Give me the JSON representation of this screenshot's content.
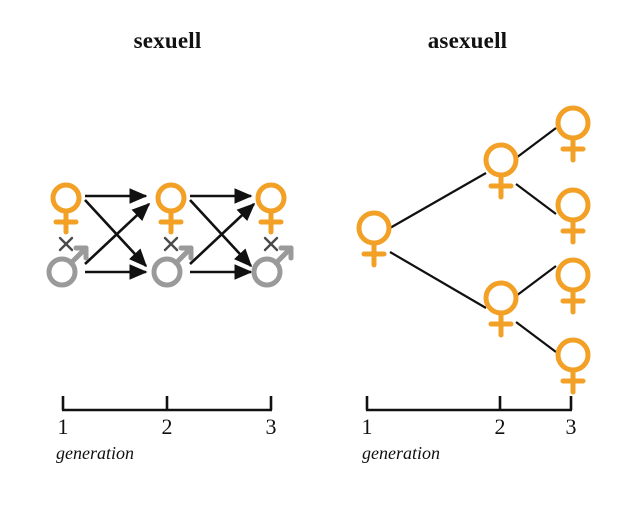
{
  "figure": {
    "panels": [
      {
        "id": "sexual",
        "title": "sexuell",
        "reproduction_mode": "sexual",
        "axis": {
          "caption": "generation",
          "ticks": [
            "1",
            "2",
            "3"
          ]
        },
        "generations": [
          {
            "generation": 1,
            "individuals": [
              {
                "symbol": "female-symbol",
                "sex": "female",
                "color": "#F2A026"
              },
              {
                "symbol": "male-symbol",
                "sex": "male",
                "color": "#9A9A9A"
              }
            ],
            "pairing_mark": "×"
          },
          {
            "generation": 2,
            "individuals": [
              {
                "symbol": "female-symbol",
                "sex": "female",
                "color": "#F2A026"
              },
              {
                "symbol": "male-symbol",
                "sex": "male",
                "color": "#9A9A9A"
              }
            ],
            "pairing_mark": "×"
          },
          {
            "generation": 3,
            "individuals": [
              {
                "symbol": "female-symbol",
                "sex": "female",
                "color": "#F2A026"
              },
              {
                "symbol": "male-symbol",
                "sex": "male",
                "color": "#9A9A9A"
              }
            ],
            "pairing_mark": "×"
          }
        ],
        "edges": [
          {
            "from": "g1-female",
            "to": "g2-female",
            "type": "arrow"
          },
          {
            "from": "g1-female",
            "to": "g2-male",
            "type": "arrow"
          },
          {
            "from": "g1-male",
            "to": "g2-female",
            "type": "arrow"
          },
          {
            "from": "g1-male",
            "to": "g2-male",
            "type": "arrow"
          },
          {
            "from": "g2-female",
            "to": "g3-female",
            "type": "arrow"
          },
          {
            "from": "g2-female",
            "to": "g3-male",
            "type": "arrow"
          },
          {
            "from": "g2-male",
            "to": "g3-female",
            "type": "arrow"
          },
          {
            "from": "g2-male",
            "to": "g3-male",
            "type": "arrow"
          }
        ]
      },
      {
        "id": "asexual",
        "title": "asexuell",
        "reproduction_mode": "asexual",
        "axis": {
          "caption": "generation",
          "ticks": [
            "1",
            "2",
            "3"
          ]
        },
        "generations": [
          {
            "generation": 1,
            "individuals": [
              {
                "symbol": "female-symbol",
                "sex": "female",
                "color": "#F2A026"
              }
            ]
          },
          {
            "generation": 2,
            "individuals": [
              {
                "symbol": "female-symbol",
                "sex": "female",
                "color": "#F2A026"
              },
              {
                "symbol": "female-symbol",
                "sex": "female",
                "color": "#F2A026"
              }
            ]
          },
          {
            "generation": 3,
            "individuals": [
              {
                "symbol": "female-symbol",
                "sex": "female",
                "color": "#F2A026"
              },
              {
                "symbol": "female-symbol",
                "sex": "female",
                "color": "#F2A026"
              },
              {
                "symbol": "female-symbol",
                "sex": "female",
                "color": "#F2A026"
              },
              {
                "symbol": "female-symbol",
                "sex": "female",
                "color": "#F2A026"
              }
            ]
          }
        ],
        "edges": [
          {
            "from": "g1-a",
            "to": "g2-a",
            "type": "line"
          },
          {
            "from": "g1-a",
            "to": "g2-b",
            "type": "line"
          },
          {
            "from": "g2-a",
            "to": "g3-a",
            "type": "line"
          },
          {
            "from": "g2-a",
            "to": "g3-b",
            "type": "line"
          },
          {
            "from": "g2-b",
            "to": "g3-c",
            "type": "line"
          },
          {
            "from": "g2-b",
            "to": "g3-d",
            "type": "line"
          }
        ]
      }
    ],
    "colors": {
      "female": "#F2A026",
      "male": "#9A9A9A",
      "line": "#111111",
      "cross": "#4A4A4A",
      "background": "#FFFFFF",
      "text": "#111111"
    }
  }
}
